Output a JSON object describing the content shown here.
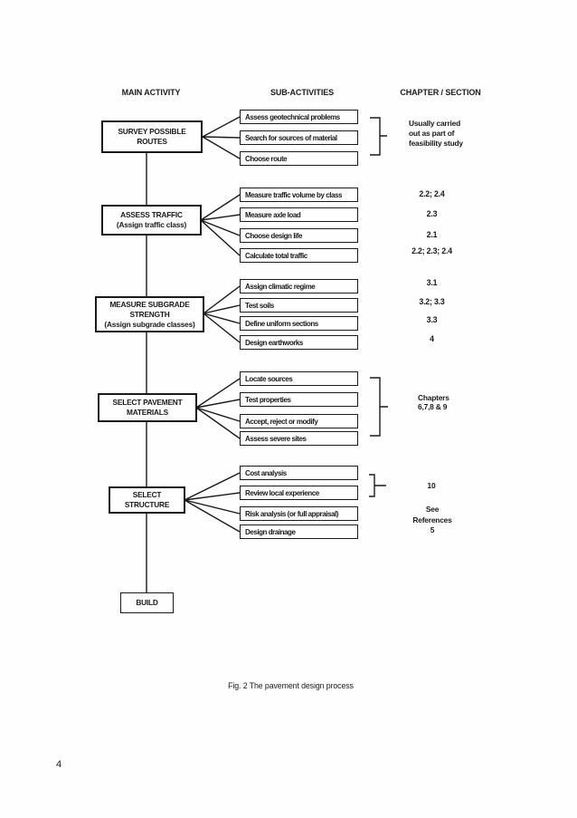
{
  "headers": {
    "main_activity": "MAIN ACTIVITY",
    "sub_activities": "SUB-ACTIVITIES",
    "chapter_section": "CHAPTER / SECTION"
  },
  "groups": [
    {
      "name": "survey-possible-routes",
      "main_lines": [
        "SURVEY POSSIBLE",
        "ROUTES"
      ],
      "subs": [
        "Assess geotechnical problems",
        "Search for sources of material",
        "Choose route"
      ],
      "note_lines": [
        "Usually carried",
        "out as part of",
        "feasibility study"
      ]
    },
    {
      "name": "assess-traffic",
      "main_lines": [
        "ASSESS TRAFFIC",
        "(Assign traffic class)"
      ],
      "subs": [
        "Measure traffic volume by class",
        "Measure axle load",
        "Choose design life",
        "Calculate total traffic"
      ],
      "chapters": [
        "2.2; 2.4",
        "2.3",
        "2.1",
        "2.2; 2.3; 2.4"
      ]
    },
    {
      "name": "measure-subgrade-strength",
      "main_lines": [
        "MEASURE SUBGRADE",
        "STRENGTH",
        "(Assign subgrade classes)"
      ],
      "subs": [
        "Assign climatic regime",
        "Test soils",
        "Define uniform sections",
        "Design earthworks"
      ],
      "chapters": [
        "3.1",
        "3.2; 3.3",
        "3.3",
        "4"
      ]
    },
    {
      "name": "select-pavement-materials",
      "main_lines": [
        "SELECT PAVEMENT",
        "MATERIALS"
      ],
      "subs": [
        "Locate sources",
        "Test properties",
        "Accept, reject or modify",
        "Assess severe sites"
      ],
      "note_lines": [
        "Chapters",
        "6,7,8 & 9"
      ]
    },
    {
      "name": "select-structure",
      "main_lines": [
        "SELECT",
        "STRUCTURE"
      ],
      "subs": [
        "Cost analysis",
        "Review local experience",
        "Risk analysis (or full appraisal)",
        "Design drainage"
      ],
      "note_lines": [
        "10"
      ],
      "ref_lines": [
        "See",
        "References",
        "5"
      ]
    }
  ],
  "build_label": "BUILD",
  "caption": "Fig. 2 The pavement design process",
  "page_number": "4",
  "colors": {
    "ink": "#1a1a1a",
    "paper": "#fefefe"
  }
}
